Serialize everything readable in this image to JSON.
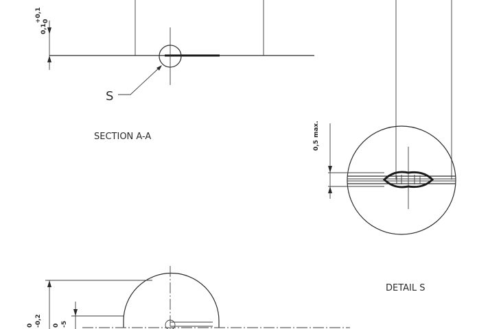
{
  "labels": {
    "tol_top_upper": "+0,1",
    "tol_top_lower": "0",
    "tol_top_value": "0,1",
    "s_marker": "S",
    "section_title": "SECTION A-A",
    "detail_max": "0,5 max.",
    "detail_title": "DETAIL S",
    "tol_bottom_1": "0",
    "tol_bottom_2": "-0,2",
    "tol_bottom_3": "0",
    "tol_bottom_4": "-5"
  }
}
